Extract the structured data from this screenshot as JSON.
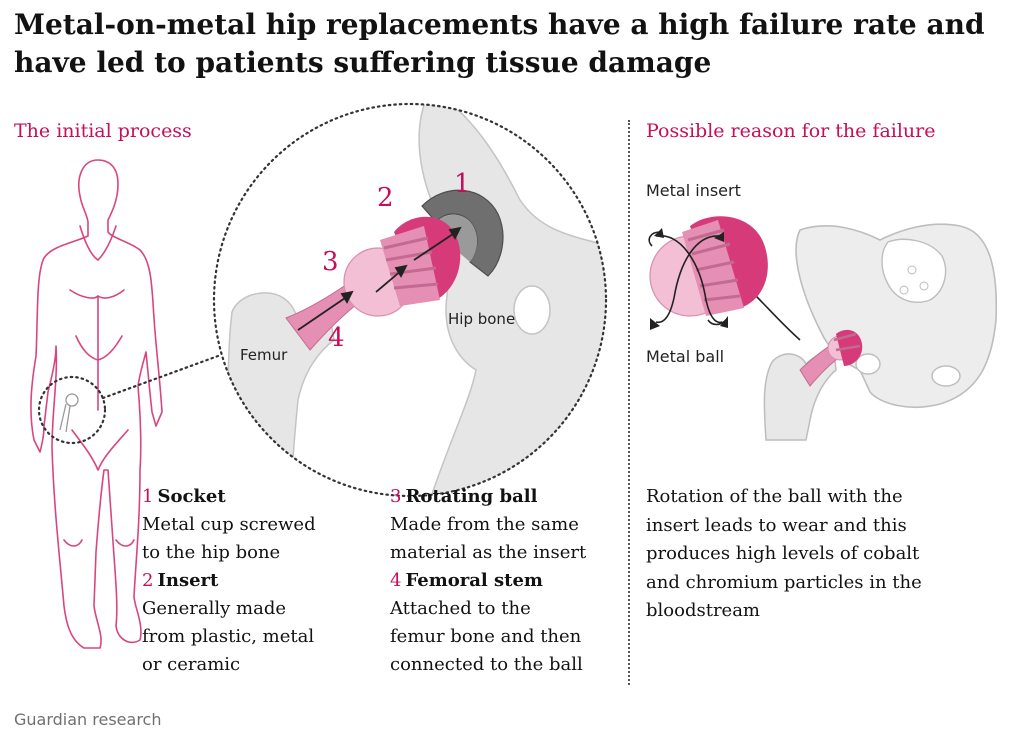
{
  "title": {
    "line1": "Metal-on-metal hip replacements have a high failure rate and",
    "line2": "have led to patients suffering tissue damage"
  },
  "left_section": {
    "heading": "The initial process",
    "diagram_labels": {
      "femur": "Femur",
      "hip_bone": "Hip bone",
      "n1": "1",
      "n2": "2",
      "n3": "3",
      "n4": "4"
    },
    "legend": [
      {
        "num": "1",
        "title": "Socket",
        "lines": [
          "Metal cup screwed",
          "to the hip bone"
        ]
      },
      {
        "num": "2",
        "title": "Insert",
        "lines": [
          "Generally made",
          "from plastic, metal",
          "or ceramic"
        ]
      },
      {
        "num": "3",
        "title": "Rotating ball",
        "lines": [
          "Made from the same",
          "material as the insert"
        ]
      },
      {
        "num": "4",
        "title": "Femoral stem",
        "lines": [
          "Attached to the",
          "femur bone and then",
          "connected to the ball"
        ]
      }
    ]
  },
  "right_section": {
    "heading": "Possible reason for the failure",
    "labels": {
      "metal_insert": "Metal insert",
      "metal_ball": "Metal ball"
    },
    "explanation_lines": [
      "Rotation of the ball with the",
      "insert leads to wear and this",
      "produces high levels of cobalt",
      "and chromium particles in the",
      "bloodstream"
    ]
  },
  "source": "Guardian research",
  "colors": {
    "accent": "#c70e5b",
    "magenta": "#d63a78",
    "pink_light": "#f2bfd5",
    "pink_mid": "#e48fb3",
    "bone": "#e8e8e8",
    "bone_edge": "#bdbdbd",
    "dark_grey": "#6a6a6a"
  }
}
